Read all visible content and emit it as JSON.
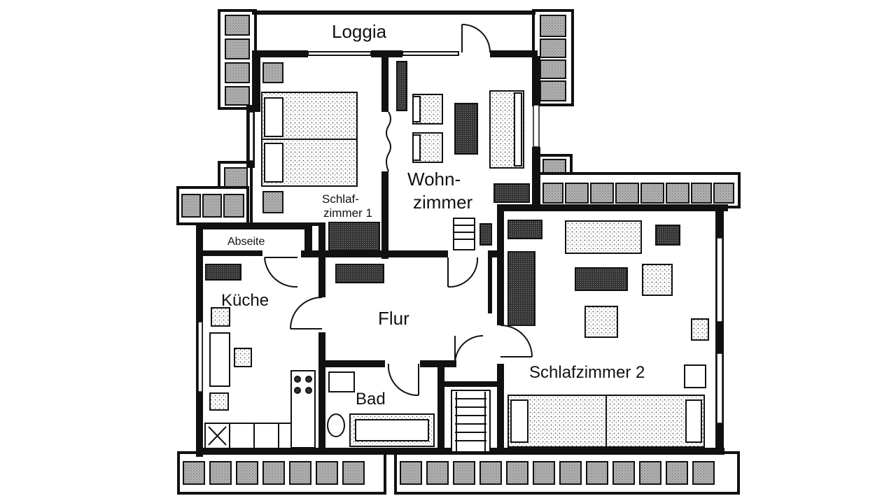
{
  "rooms": {
    "loggia": "Loggia",
    "schlafzimmer1_line1": "Schlaf-",
    "schlafzimmer1_line2": "zimmer 1",
    "wohnzimmer_line1": "Wohn-",
    "wohnzimmer_line2": "zimmer",
    "abseite": "Abseite",
    "kueche": "Küche",
    "flur": "Flur",
    "bad": "Bad",
    "schlafzimmer2": "Schlafzimmer 2"
  },
  "colors": {
    "wall": "#111111",
    "background": "#ffffff",
    "hatch": "#9a9a9a",
    "furniture_dark": "#2a2a2a"
  }
}
